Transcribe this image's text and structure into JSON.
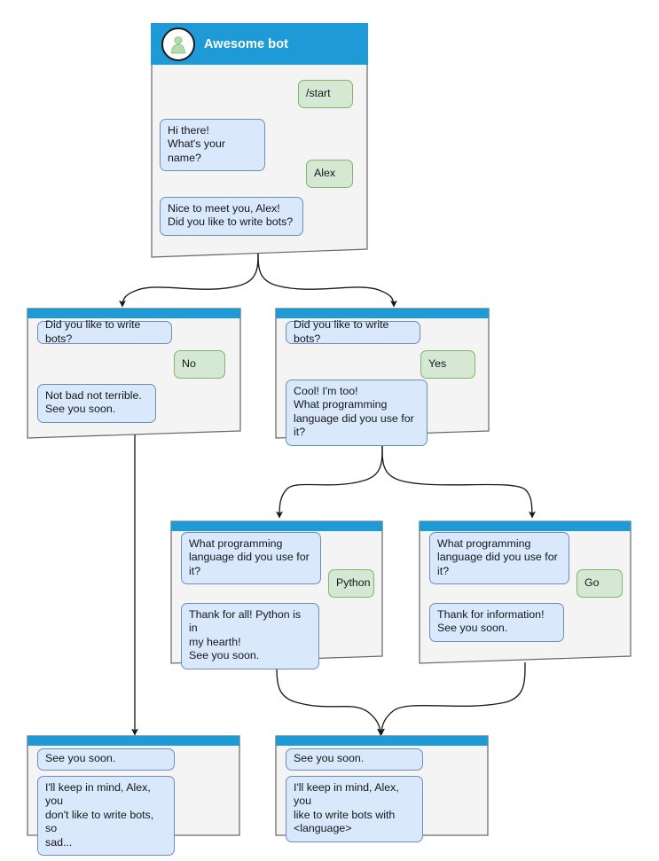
{
  "diagram": {
    "title": "Awesome bot conversation flow",
    "colors": {
      "header_blue": "#1e9bd7",
      "screen_bg": "#f4f4f4",
      "bot_bubble_fill": "#dae8fc",
      "bot_bubble_border": "#6c8ebf",
      "user_bubble_fill": "#d5e8d4",
      "user_bubble_border": "#82b366",
      "node_border": "#666666",
      "edge": "#1a1a1a"
    },
    "avatar_icon": "person-avatar-icon"
  },
  "nodes": {
    "root": {
      "id": "root",
      "bot_name": "Awesome bot",
      "messages": [
        {
          "from": "user",
          "text": "/start"
        },
        {
          "from": "bot",
          "text": "Hi there!\nWhat's your name?"
        },
        {
          "from": "user",
          "text": "Alex"
        },
        {
          "from": "bot",
          "text": "Nice to meet you, Alex!\nDid you like to write bots?"
        }
      ]
    },
    "no_branch": {
      "id": "no-branch",
      "messages": [
        {
          "from": "bot",
          "text": "Did you like to write bots?"
        },
        {
          "from": "user",
          "text": "No"
        },
        {
          "from": "bot",
          "text": "Not bad not terrible.\nSee you soon."
        }
      ]
    },
    "yes_branch": {
      "id": "yes-branch",
      "messages": [
        {
          "from": "bot",
          "text": "Did you like to write bots?"
        },
        {
          "from": "user",
          "text": "Yes"
        },
        {
          "from": "bot",
          "text": "Cool! I'm too!\nWhat programming\nlanguage did you use for it?"
        }
      ]
    },
    "python_branch": {
      "id": "python-branch",
      "messages": [
        {
          "from": "bot",
          "text": "What programming\nlanguage did you use for it?"
        },
        {
          "from": "user",
          "text": "Python"
        },
        {
          "from": "bot",
          "text": "Thank for all! Python is in\nmy hearth!\nSee you soon."
        }
      ]
    },
    "go_branch": {
      "id": "go-branch",
      "messages": [
        {
          "from": "bot",
          "text": "What programming\nlanguage did you use for it?"
        },
        {
          "from": "user",
          "text": "Go"
        },
        {
          "from": "bot",
          "text": "Thank for information!\nSee you soon."
        }
      ]
    },
    "end_sad": {
      "id": "end-sad",
      "messages": [
        {
          "from": "bot",
          "text": "See you soon."
        },
        {
          "from": "bot",
          "text": "I'll keep in mind, Alex, you\ndon't like to write bots, so\nsad..."
        }
      ]
    },
    "end_happy": {
      "id": "end-happy",
      "messages": [
        {
          "from": "bot",
          "text": "See you soon."
        },
        {
          "from": "bot",
          "text": "I'll keep in mind, Alex, you\nlike to write bots with\n<language>"
        }
      ]
    }
  }
}
